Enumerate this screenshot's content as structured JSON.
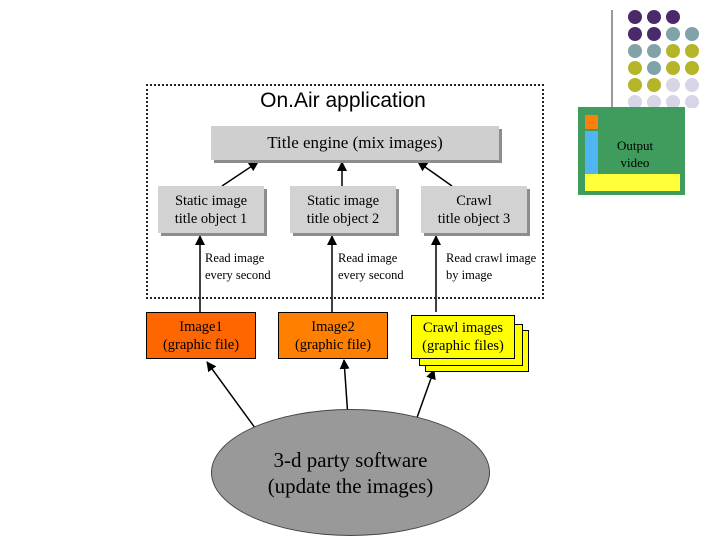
{
  "diagram": {
    "app_title": "On.Air application",
    "title_engine": "Title engine (mix images)",
    "objects": [
      {
        "line1": "Static image",
        "line2": "title object 1"
      },
      {
        "line1": "Static image",
        "line2": "title object 2"
      },
      {
        "line1": "Crawl",
        "line2": "title object 3"
      }
    ],
    "notes": [
      {
        "line1": "Read image",
        "line2": "every second"
      },
      {
        "line1": "Read image",
        "line2": "every second"
      },
      {
        "line1": "Read crawl image",
        "line2": "by image"
      }
    ],
    "files": [
      {
        "line1": "Image1",
        "line2": "(graphic file)",
        "color": "#ff6600"
      },
      {
        "line1": "Image2",
        "line2": "(graphic file)",
        "color": "#ff8000"
      },
      {
        "line1": "Crawl images",
        "line2": "(graphic files)",
        "color": "#ffff00"
      }
    ],
    "software": {
      "line1": "3-d party software",
      "line2": "(update the images)"
    },
    "output": {
      "line1": "Output",
      "line2": "video"
    }
  },
  "decor": {
    "dot_colors": [
      "#4b2a6b",
      "#7fa3a8",
      "#b5b52a",
      "#d6d6e6"
    ]
  }
}
